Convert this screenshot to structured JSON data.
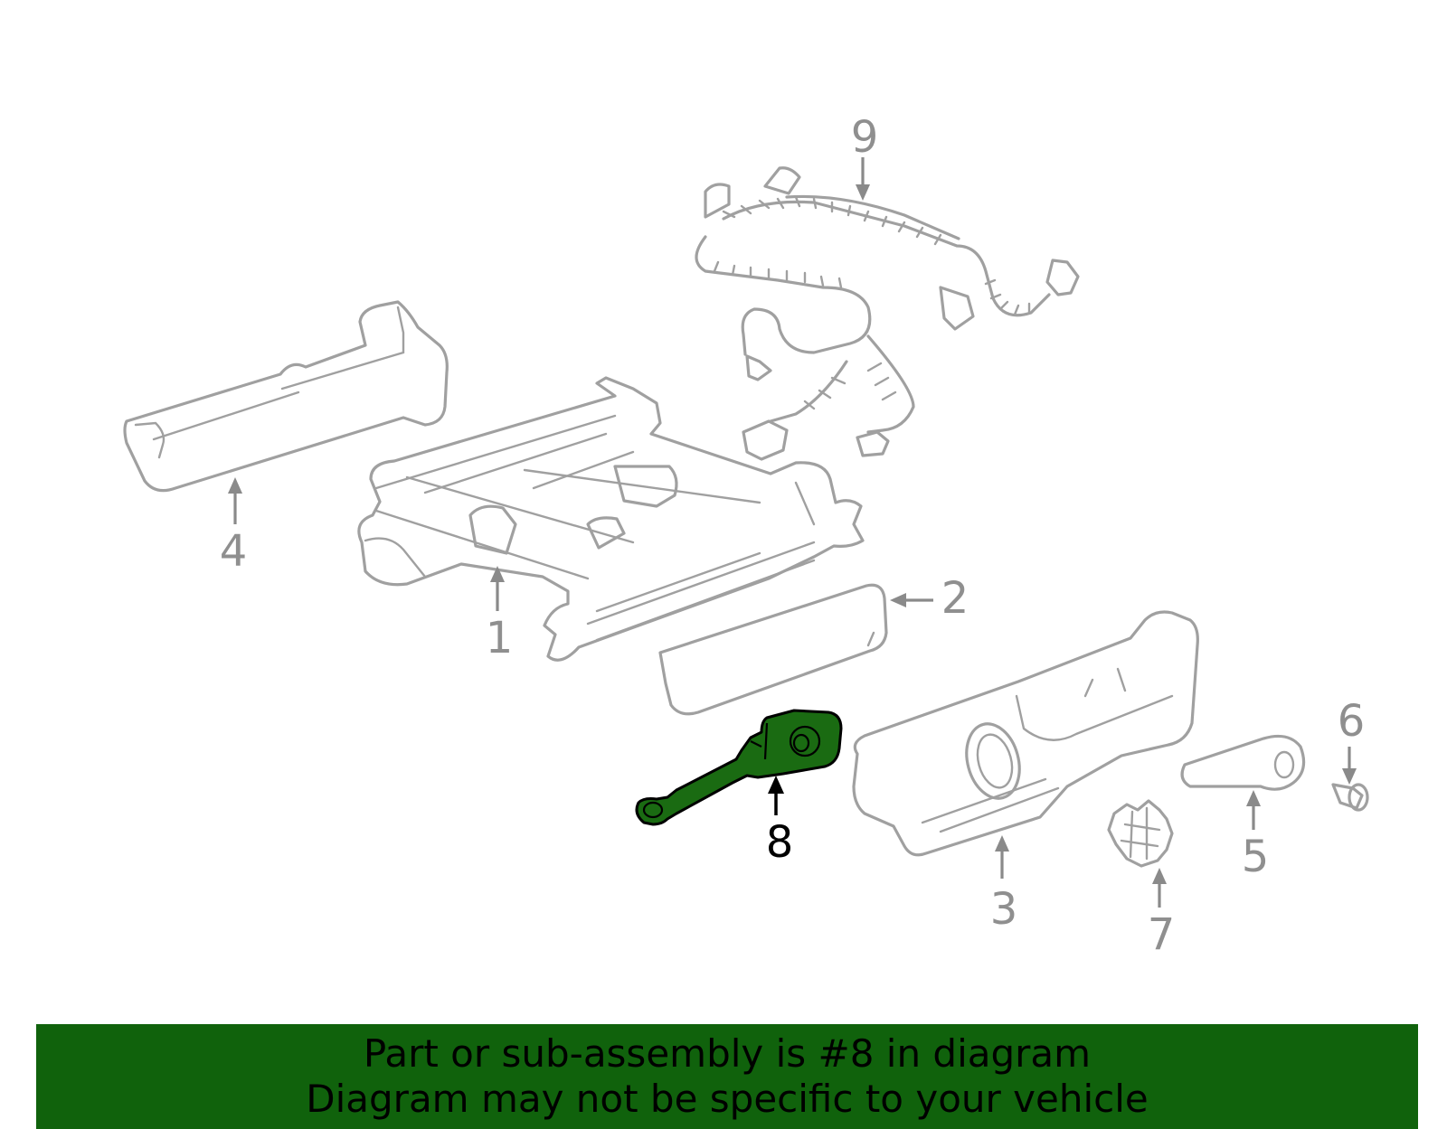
{
  "diagram": {
    "callouts": [
      "1",
      "2",
      "3",
      "4",
      "5",
      "6",
      "7",
      "8",
      "9"
    ],
    "highlighted_part": "8",
    "colors": {
      "highlight": "#1a6b12",
      "parts": "#a0a0a0",
      "banner": "#10620c"
    },
    "parts": {
      "p1": "seat-track-frame",
      "p2": "trim-strip",
      "p3": "side-shield",
      "p4": "side-cover",
      "p5": "handle",
      "p6": "screw",
      "p7": "knob",
      "p8": "seat-belt-buckle",
      "p9": "wire-harness"
    }
  },
  "banner": {
    "line1": "Part or sub-assembly is #8 in diagram",
    "line2": "Diagram may not be specific to your vehicle"
  }
}
